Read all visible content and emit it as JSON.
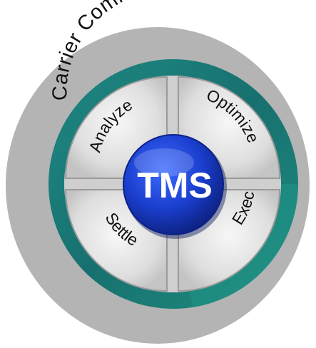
{
  "outer_label": "Carrier Communities",
  "center_label": "TMS",
  "segments": {
    "top_left": "Analyze",
    "top_right": "Optimize",
    "bottom_right": "Exec",
    "bottom_left": "Settle"
  },
  "colors": {
    "outer_disc": "#b4b4b4",
    "ring_teal_dark": "#17706f",
    "ring_teal_mid": "#1f8a86",
    "quadrant_light": "#e4e4e4",
    "center_blue": "#1b3fcf",
    "center_text": "#ffffff"
  }
}
